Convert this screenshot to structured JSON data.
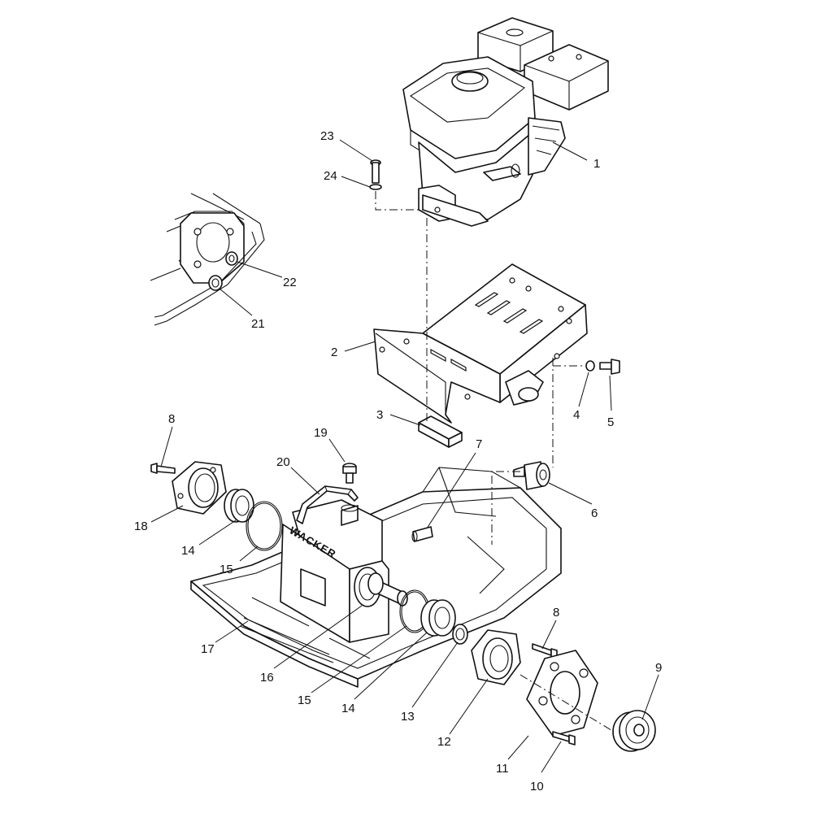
{
  "logo": "WACKER",
  "callouts": [
    {
      "id": "c1",
      "label": "1"
    },
    {
      "id": "c2",
      "label": "2"
    },
    {
      "id": "c3",
      "label": "3"
    },
    {
      "id": "c4",
      "label": "4"
    },
    {
      "id": "c5",
      "label": "5"
    },
    {
      "id": "c6",
      "label": "6"
    },
    {
      "id": "c7",
      "label": "7"
    },
    {
      "id": "c8a",
      "label": "8"
    },
    {
      "id": "c8b",
      "label": "8"
    },
    {
      "id": "c9",
      "label": "9"
    },
    {
      "id": "c10",
      "label": "10"
    },
    {
      "id": "c11",
      "label": "11"
    },
    {
      "id": "c12",
      "label": "12"
    },
    {
      "id": "c13",
      "label": "13"
    },
    {
      "id": "c14a",
      "label": "14"
    },
    {
      "id": "c14b",
      "label": "14"
    },
    {
      "id": "c15a",
      "label": "15"
    },
    {
      "id": "c15b",
      "label": "15"
    },
    {
      "id": "c16",
      "label": "16"
    },
    {
      "id": "c17",
      "label": "17"
    },
    {
      "id": "c18",
      "label": "18"
    },
    {
      "id": "c19",
      "label": "19"
    },
    {
      "id": "c20",
      "label": "20"
    },
    {
      "id": "c21",
      "label": "21"
    },
    {
      "id": "c22",
      "label": "22"
    },
    {
      "id": "c23",
      "label": "23"
    },
    {
      "id": "c24",
      "label": "24"
    }
  ]
}
